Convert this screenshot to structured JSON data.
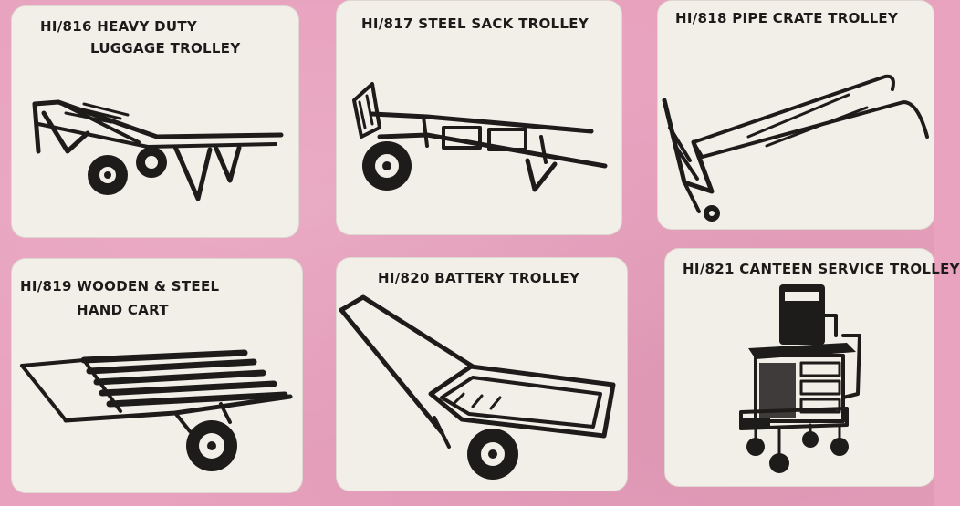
{
  "products": [
    {
      "line1": "HI/816 HEAVY DUTY",
      "line2": "LUGGAGE TROLLEY"
    },
    {
      "line1": "HI/817 STEEL SACK TROLLEY",
      "line2": ""
    },
    {
      "line1": "HI/818 PIPE CRATE TROLLEY",
      "line2": ""
    },
    {
      "line1": "HI/819 WOODEN & STEEL",
      "line2": "HAND CART"
    },
    {
      "line1": "HI/820 BATTERY TROLLEY",
      "line2": ""
    },
    {
      "line1": "HI/821 CANTEEN SERVICE TROLLEY",
      "line2": ""
    }
  ],
  "colors": {
    "background": "#e8a2be",
    "card": "#f1efe8",
    "ink": "#1e1b1b"
  }
}
